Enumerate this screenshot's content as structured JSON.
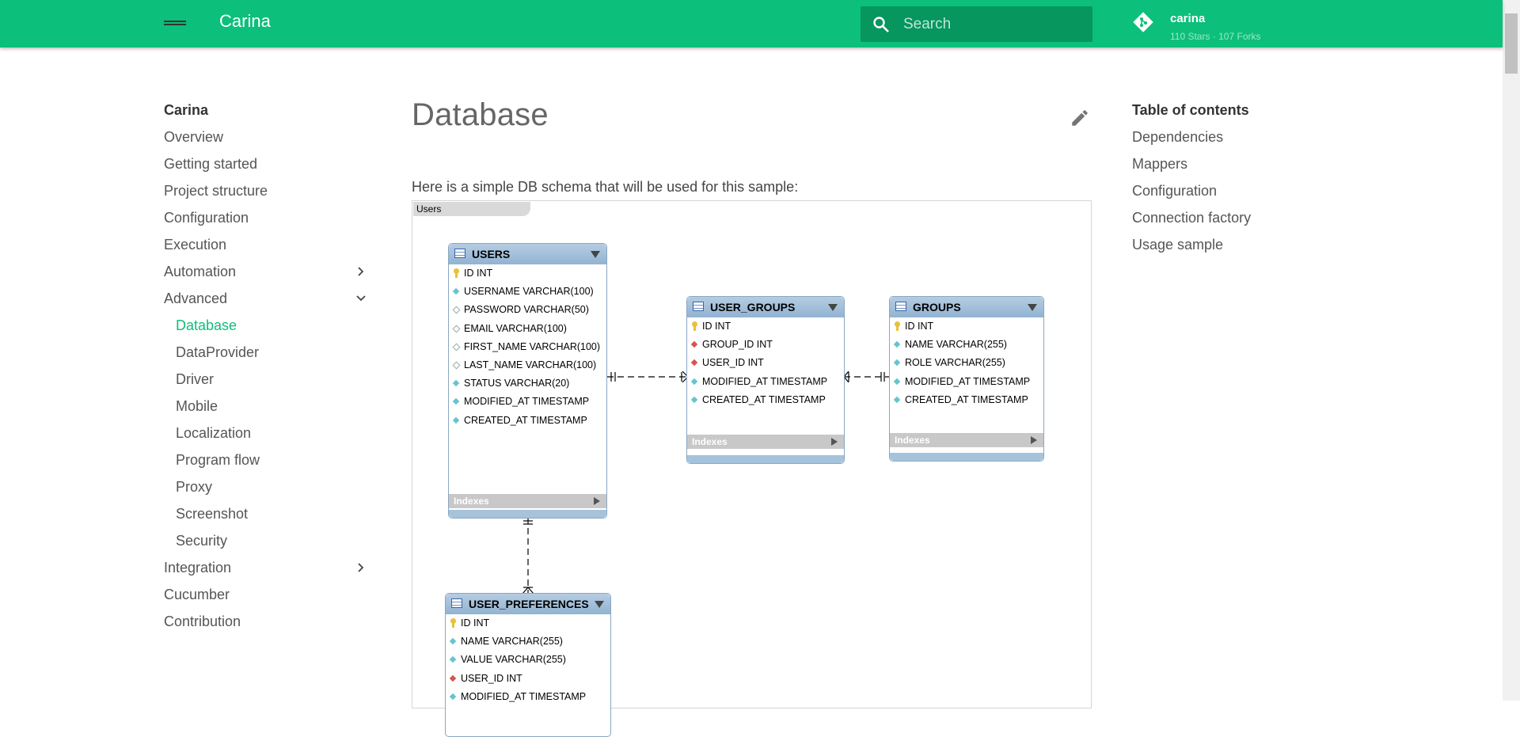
{
  "header": {
    "site_title": "Carina",
    "search_placeholder": "Search",
    "repo_name": "carina",
    "repo_stats": "110 Stars · 107 Forks",
    "brand_color": "#0cbf7a"
  },
  "nav": {
    "title": "Carina",
    "items": [
      {
        "label": "Overview"
      },
      {
        "label": "Getting started"
      },
      {
        "label": "Project structure"
      },
      {
        "label": "Configuration"
      },
      {
        "label": "Execution"
      },
      {
        "label": "Automation",
        "icon": "chevron-right-icon"
      },
      {
        "label": "Advanced",
        "icon": "chevron-down-icon"
      },
      {
        "label": "Database",
        "active": true
      },
      {
        "label": "DataProvider"
      },
      {
        "label": "Driver"
      },
      {
        "label": "Mobile"
      },
      {
        "label": "Localization"
      },
      {
        "label": "Program flow"
      },
      {
        "label": "Proxy"
      },
      {
        "label": "Screenshot"
      },
      {
        "label": "Security"
      },
      {
        "label": "Integration",
        "icon": "chevron-right-icon"
      },
      {
        "label": "Cucumber"
      },
      {
        "label": "Contribution"
      }
    ]
  },
  "main": {
    "title": "Database",
    "intro": "Here is a simple DB schema that will be used for this sample:",
    "diagram": {
      "tab_label": "Users",
      "indexes_label": "Indexes",
      "tables": {
        "users": {
          "name": "USERS",
          "columns": [
            "ID INT",
            "USERNAME VARCHAR(100)",
            "PASSWORD VARCHAR(50)",
            "EMAIL VARCHAR(100)",
            "FIRST_NAME VARCHAR(100)",
            "LAST_NAME VARCHAR(100)",
            "STATUS VARCHAR(20)",
            "MODIFIED_AT TIMESTAMP",
            "CREATED_AT TIMESTAMP"
          ]
        },
        "user_groups": {
          "name": "USER_GROUPS",
          "columns": [
            "ID INT",
            "GROUP_ID INT",
            "USER_ID INT",
            "MODIFIED_AT TIMESTAMP",
            "CREATED_AT TIMESTAMP"
          ]
        },
        "groups": {
          "name": "GROUPS",
          "columns": [
            "ID INT",
            "NAME VARCHAR(255)",
            "ROLE VARCHAR(255)",
            "MODIFIED_AT TIMESTAMP",
            "CREATED_AT TIMESTAMP"
          ]
        },
        "user_preferences": {
          "name": "USER_PREFERENCES",
          "columns": [
            "ID INT",
            "NAME VARCHAR(255)",
            "VALUE VARCHAR(255)",
            "USER_ID INT",
            "MODIFIED_AT TIMESTAMP"
          ]
        }
      }
    }
  },
  "toc": {
    "title": "Table of contents",
    "items": [
      "Dependencies",
      "Mappers",
      "Configuration",
      "Connection factory",
      "Usage sample"
    ]
  }
}
